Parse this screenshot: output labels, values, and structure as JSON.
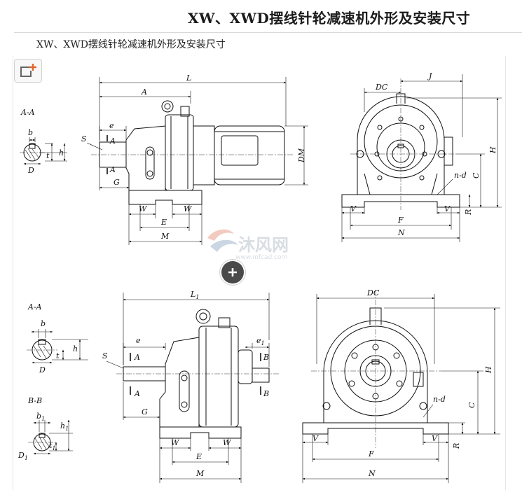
{
  "header": {
    "title": "XW、XWD摆线针轮减速机外形及安装尺寸"
  },
  "caption": "XW、XWD摆线针轮减速机外形及安装尺寸",
  "watermark": {
    "name": "沐风网",
    "url": "www.mfcad.com"
  },
  "icons": {
    "corner": "add-to-collection-icon",
    "zoom": "zoom-plus-icon"
  },
  "top_left": {
    "section_title": "A-A",
    "labels": {
      "b": "b",
      "t": "t",
      "h": "h",
      "D": "D",
      "S": "S",
      "A1": "A",
      "A2": "A",
      "e": "e",
      "G": "G",
      "W1": "W",
      "W2": "W",
      "E": "E",
      "M": "M",
      "L": "L",
      "A": "A",
      "DM": "DM"
    }
  },
  "top_right": {
    "labels": {
      "DC": "DC",
      "J": "J",
      "H": "H",
      "C": "C",
      "nd": "n-d",
      "V1": "V",
      "V2": "V",
      "R": "R",
      "F": "F",
      "N": "N"
    }
  },
  "bottom_left": {
    "section_title_a": "A-A",
    "section_title_b": "B-B",
    "labels": {
      "b": "b",
      "t": "t",
      "h": "h",
      "D": "D",
      "b1": "b",
      "b1sub": "1",
      "h1": "h",
      "h1sub": "1",
      "t1": "t",
      "t1sub": "1",
      "D1": "D",
      "D1sub": "1",
      "S": "S",
      "A1": "A",
      "A2": "A",
      "B1": "B",
      "B2": "B",
      "e": "e",
      "e1": "e",
      "e1sub": "1",
      "G": "G",
      "W1": "W",
      "W2": "W",
      "E": "E",
      "M": "M",
      "L1": "L",
      "L1sub": "1"
    }
  },
  "bottom_right": {
    "labels": {
      "DC": "DC",
      "H": "H",
      "C": "C",
      "nd": "n-d",
      "V1": "V",
      "V2": "V",
      "R": "R",
      "F": "F",
      "N": "N"
    }
  }
}
